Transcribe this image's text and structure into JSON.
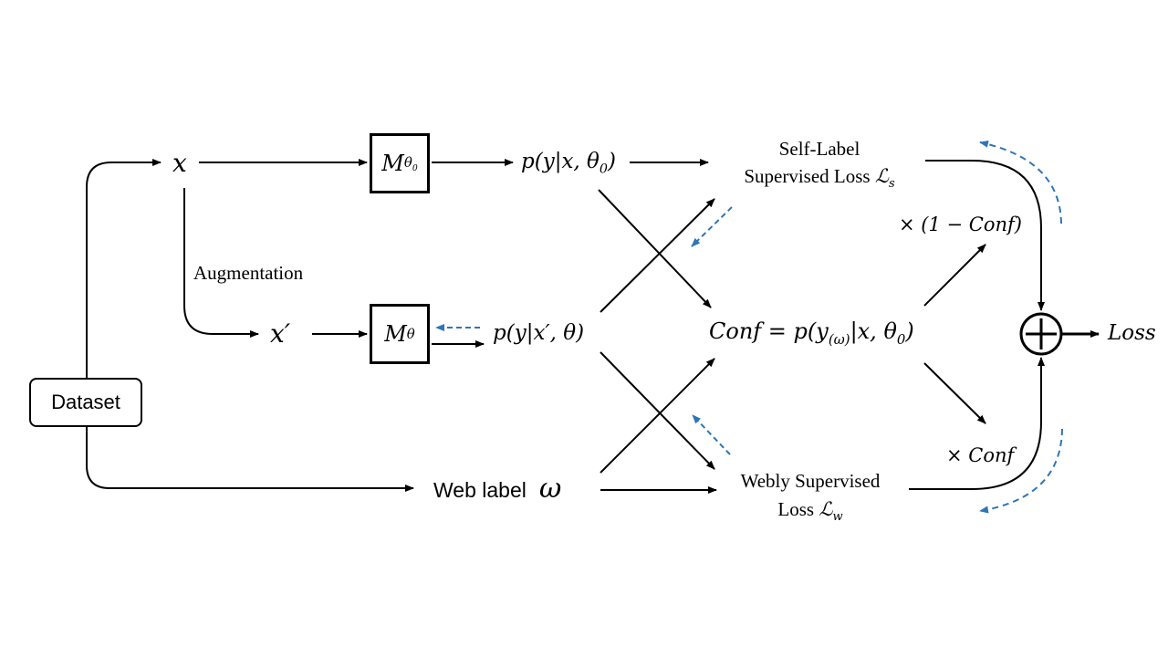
{
  "dataset": {
    "label": "Dataset"
  },
  "x": {
    "label": "x"
  },
  "x_prime": {
    "label": "x′"
  },
  "augmentation": {
    "label": "Augmentation"
  },
  "model_theta0": {
    "main": "M",
    "sub": "θ",
    "subsub": "0"
  },
  "model_theta": {
    "main": "M",
    "sub": "θ"
  },
  "p_theta0": {
    "label": "p(y|x, θ",
    "sub": "0",
    "close": ")"
  },
  "p_theta": {
    "label": "p(y|x′, θ)"
  },
  "web_label": {
    "text": "Web label",
    "symbol": "ω"
  },
  "self_label_loss": {
    "line1": "Self-Label",
    "line2": "Supervised Loss ",
    "symbol": "ℒ",
    "sub": "s"
  },
  "webly_loss": {
    "line1": "Webly Supervised",
    "line2": "Loss ",
    "symbol": "ℒ",
    "sub": "w"
  },
  "conf": {
    "pre": "Conf = p(y",
    "sub": "(ω)",
    "post": "|x, θ",
    "sub2": "0",
    "close": ")"
  },
  "weight_self": {
    "label": "× (1 − Conf)"
  },
  "weight_web": {
    "label": "× Conf"
  },
  "sum": {
    "symbol": "+"
  },
  "loss": {
    "label": "Loss"
  },
  "colors": {
    "arrow": "#000000",
    "gradient_arrow": "#2e75b6"
  }
}
